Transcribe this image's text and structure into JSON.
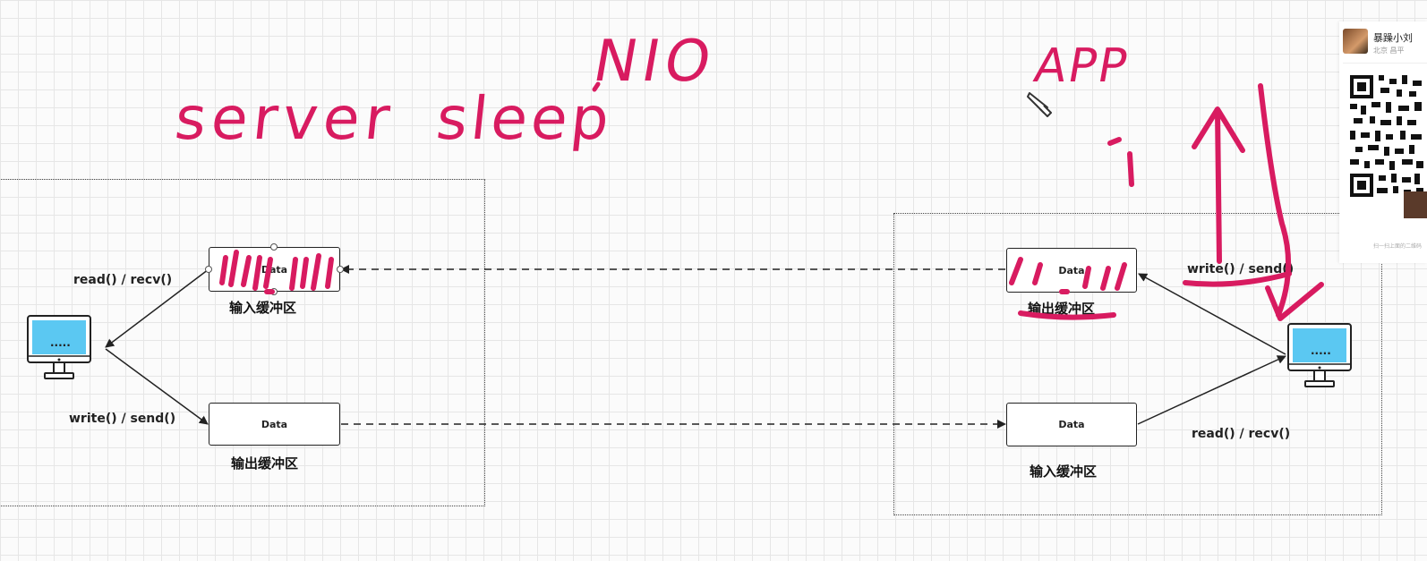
{
  "handwriting": {
    "server": "server",
    "sleep": "sleep",
    "nio": "NIO",
    "app": "APP"
  },
  "left": {
    "input_buffer": {
      "data": "Data",
      "label": "输入缓冲区"
    },
    "output_buffer": {
      "data": "Data",
      "label": "输出缓冲区"
    },
    "read_fn": "read() / recv()",
    "write_fn": "write() / send()",
    "screen_text": "....."
  },
  "right": {
    "output_buffer": {
      "data": "Data",
      "label": "输出缓冲区"
    },
    "input_buffer": {
      "data": "Data",
      "label": "输入缓冲区"
    },
    "write_fn": "write() / send()",
    "read_fn": "read() / recv()",
    "screen_text": "....."
  },
  "profile": {
    "name": "暴躁小刘",
    "location": "北京 昌平",
    "footer": "扫一扫上面的二维码"
  },
  "colors": {
    "ink": "#d81b60",
    "monitor_screen": "#5bc8f2",
    "line": "#222222"
  }
}
